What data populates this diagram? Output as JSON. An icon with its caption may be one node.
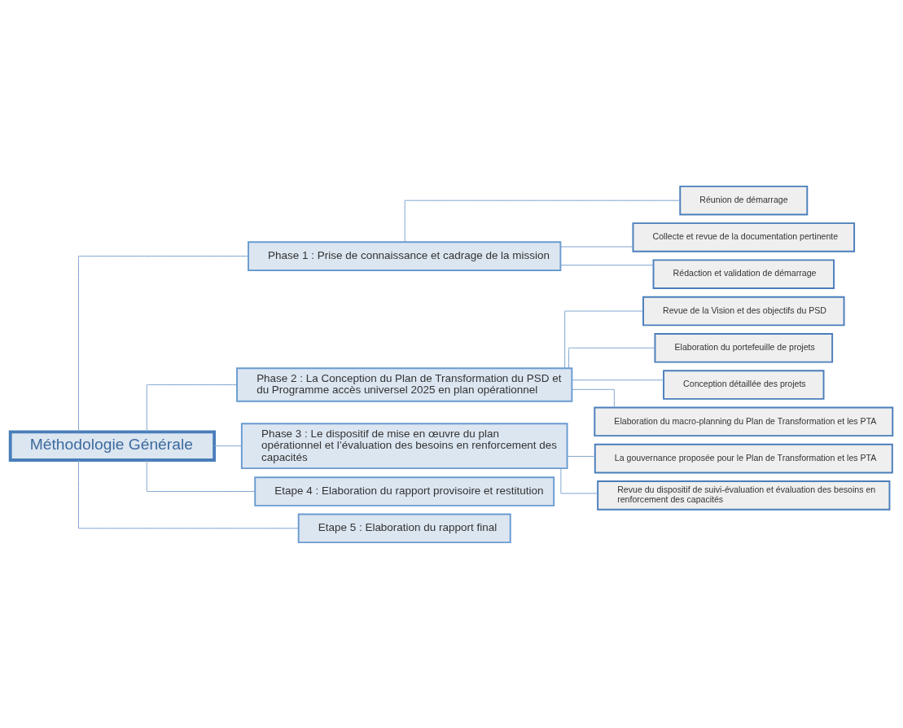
{
  "diagram": {
    "nodes": [
      {
        "text": [
          "Méthodologie Générale"
        ]
      },
      {
        "text": [
          "Phase 1 : Prise de connaissance et cadrage de la mission"
        ]
      },
      {
        "text": [
          "Réunion de démarrage"
        ]
      },
      {
        "text": [
          "Collecte et revue de la documentation pertinente"
        ]
      },
      {
        "text": [
          "Rédaction et validation de démarrage"
        ]
      },
      {
        "text": [
          "Phase 2 : La Conception du Plan de Transformation du PSD et du Programme accès universel 2025 en plan opérationnel"
        ]
      },
      {
        "text": [
          "Revue de la Vision et des objectifs du PSD"
        ]
      },
      {
        "text": [
          "Elaboration du portefeuille de projets"
        ]
      },
      {
        "text": [
          "Conception détaillée des projets"
        ]
      },
      {
        "text": [
          "Elaboration du macro-planning du Plan de Transformation et les PTA"
        ]
      },
      {
        "text": [
          "Phase 3 : Le dispositif de mise en œuvre du plan opérationnel et l’évaluation des besoins en renforcement des capacités"
        ]
      },
      {
        "text": [
          "La gouvernance proposée pour le Plan de Transformation et les PTA"
        ]
      },
      {
        "text": [
          "Revue du dispositif de suivi-évaluation et évaluation des besoins en renforcement des capacités"
        ]
      },
      {
        "text": [
          "Etape 4 : Elaboration du rapport provisoire et restitution"
        ]
      },
      {
        "text": [
          "Etape 5 : Elaboration du rapport final"
        ]
      }
    ],
    "edges": [
      {
        "from": 0,
        "to": 1,
        "arrow": "none"
      },
      {
        "from": 1,
        "to": 2,
        "arrow": "none"
      },
      {
        "from": 1,
        "to": 3,
        "arrow": "none"
      },
      {
        "from": 1,
        "to": 4,
        "arrow": "none"
      },
      {
        "from": 0,
        "to": 5,
        "arrow": "none"
      },
      {
        "from": 5,
        "to": 6,
        "arrow": "none"
      },
      {
        "from": 5,
        "to": 7,
        "arrow": "none"
      },
      {
        "from": 5,
        "to": 8,
        "arrow": "none"
      },
      {
        "from": 5,
        "to": 9,
        "arrow": "none"
      },
      {
        "from": 0,
        "to": 10,
        "arrow": "none"
      },
      {
        "from": 10,
        "to": 11,
        "arrow": "none"
      },
      {
        "from": 10,
        "to": 12,
        "arrow": "none"
      },
      {
        "from": 0,
        "to": 13,
        "arrow": "none"
      },
      {
        "from": 0,
        "to": 14,
        "arrow": "none"
      }
    ]
  }
}
